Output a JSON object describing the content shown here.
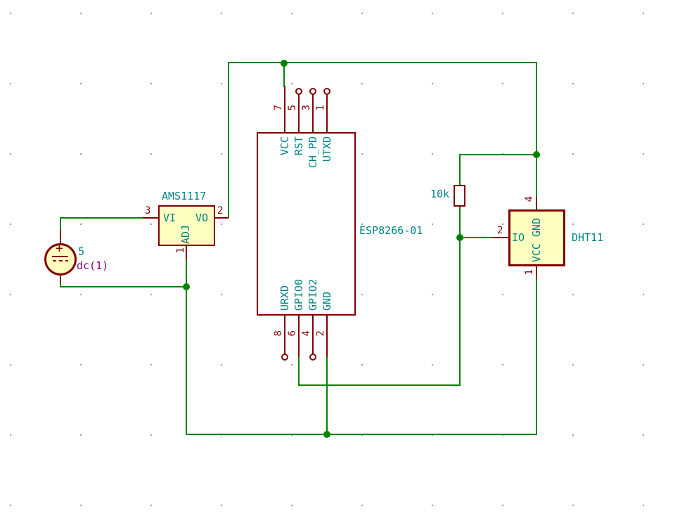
{
  "schematic": {
    "esp8266": {
      "label": "ESP8266-01",
      "top_pins": [
        {
          "num": "7",
          "name": "VCC"
        },
        {
          "num": "5",
          "name": "RST"
        },
        {
          "num": "3",
          "name": "CH_PD"
        },
        {
          "num": "1",
          "name": "UTXD"
        }
      ],
      "bottom_pins": [
        {
          "num": "8",
          "name": "URXD"
        },
        {
          "num": "6",
          "name": "GPIO0"
        },
        {
          "num": "4",
          "name": "GPIO2"
        },
        {
          "num": "2",
          "name": "GND"
        }
      ]
    },
    "ams1117": {
      "label": "AMS1117",
      "pin_vi": {
        "num": "3",
        "name": "VI"
      },
      "pin_vo": {
        "num": "2",
        "name": "VO"
      },
      "pin_adj": {
        "num": "1",
        "name": "ADJ"
      }
    },
    "dht11": {
      "label": "DHT11",
      "pin_io": {
        "num": "2",
        "name": "IO"
      },
      "pin_top": {
        "num": "4"
      },
      "pin_bottom": {
        "num": "1"
      },
      "inner_label": "VCC GND"
    },
    "resistor": {
      "value": "10k"
    },
    "source": {
      "value": "5",
      "model": "dc(1)",
      "plus": "+"
    }
  },
  "colors": {
    "wire": "#008400",
    "pin_outline": "#840000",
    "component_fill": "#FFFFC2",
    "pin_name_text": "#008484",
    "value_text": "#008484",
    "model_text": "#840084",
    "grid_dot": "#9c9c9c"
  }
}
